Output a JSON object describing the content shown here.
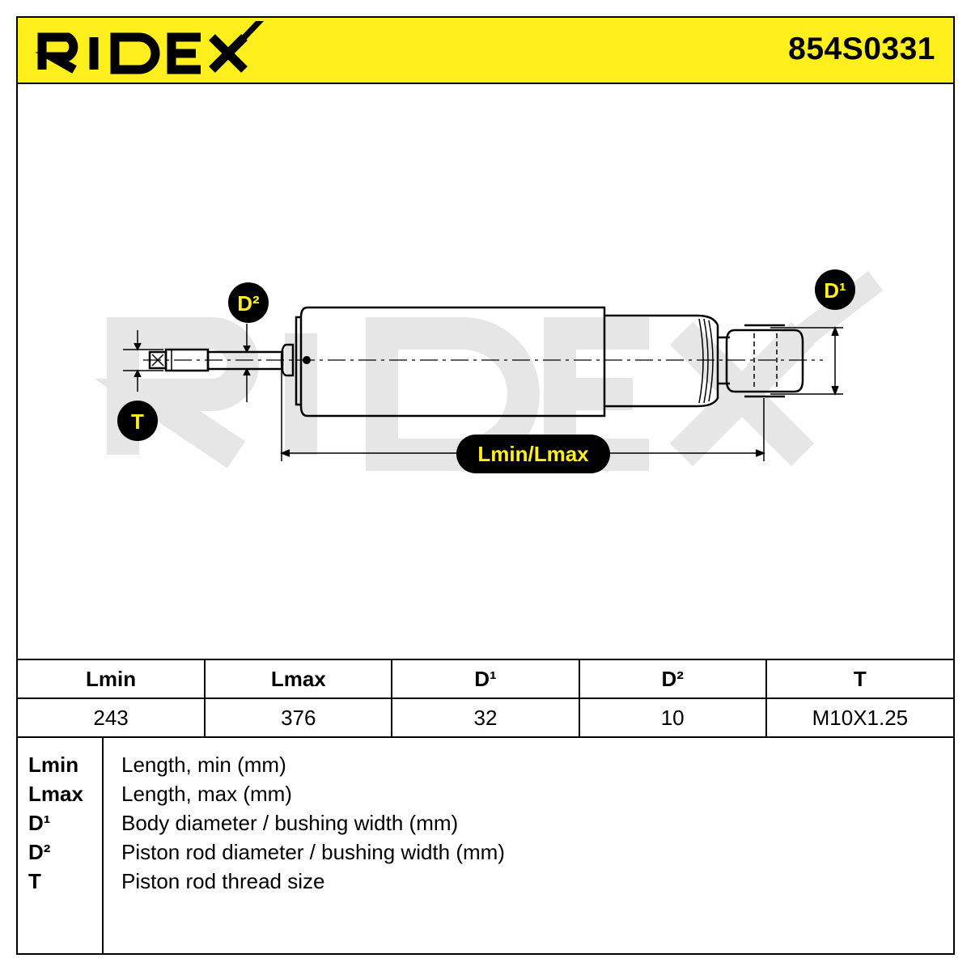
{
  "header": {
    "brand": "RIDEX",
    "part_number": "854S0331",
    "background_color": "#ffef1c"
  },
  "diagram": {
    "labels": {
      "d2": "D²",
      "d1": "D¹",
      "t": "T",
      "length": "Lmin/Lmax"
    },
    "watermark": "RIDEX",
    "label_badge_color": "#000000",
    "label_text_color": "#ffef1c"
  },
  "spec_table": {
    "headers": [
      "Lmin",
      "Lmax",
      "D¹",
      "D²",
      "T"
    ],
    "values": [
      "243",
      "376",
      "32",
      "10",
      "M10X1.25"
    ]
  },
  "legend": [
    {
      "key": "Lmin",
      "description": "Length, min (mm)"
    },
    {
      "key": "Lmax",
      "description": "Length, max (mm)"
    },
    {
      "key": "D¹",
      "description": "Body diameter / bushing width (mm)"
    },
    {
      "key": "D²",
      "description": "Piston rod diameter / bushing width (mm)"
    },
    {
      "key": "T",
      "description": "Piston rod thread size"
    }
  ]
}
